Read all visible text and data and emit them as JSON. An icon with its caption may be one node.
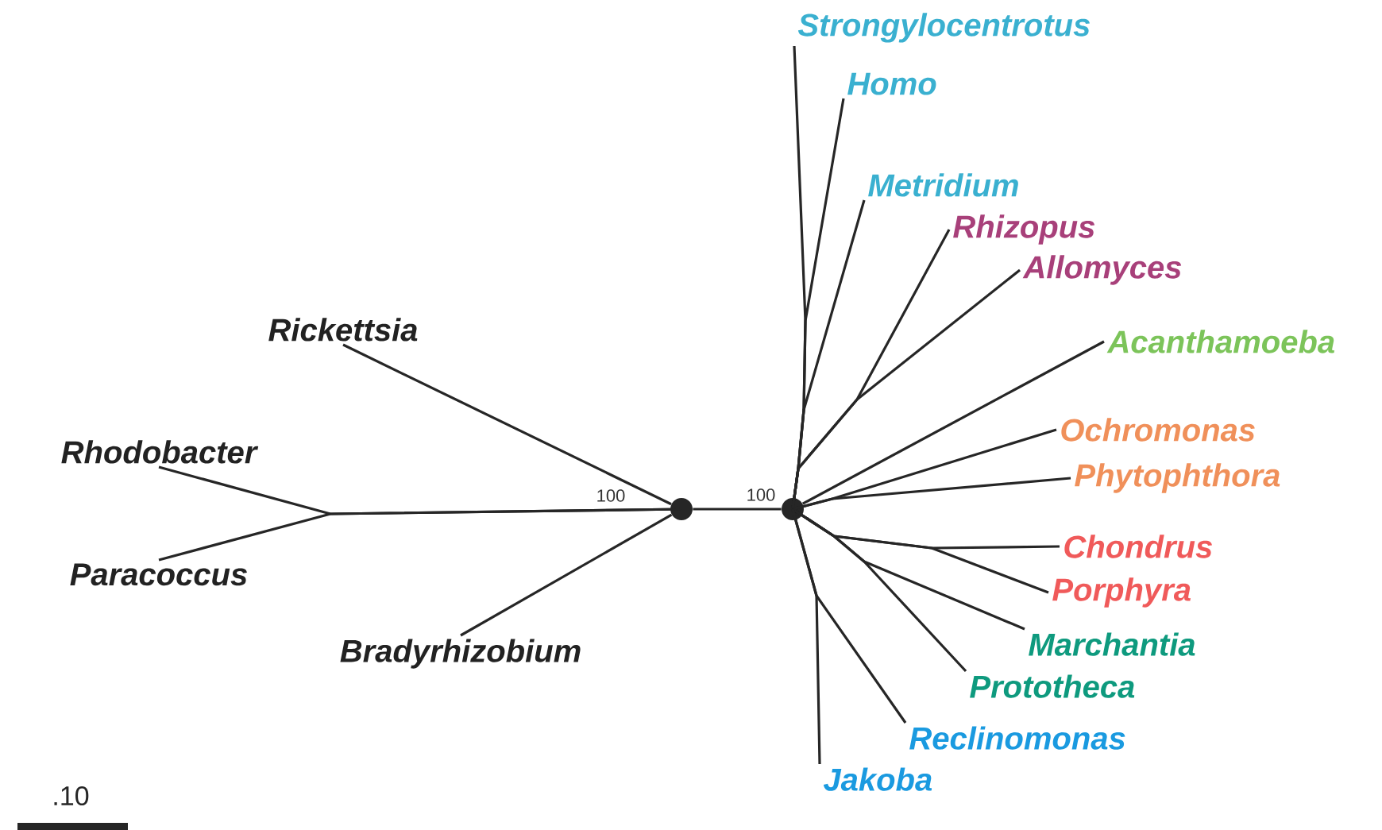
{
  "diagram": {
    "nodes": [
      {
        "text": [
          "Strongylocentrotus"
        ]
      },
      {
        "text": [
          "Homo"
        ]
      },
      {
        "text": [
          "Metridium"
        ]
      },
      {
        "text": [
          "Rhizopus"
        ]
      },
      {
        "text": [
          "Allomyces"
        ]
      },
      {
        "text": [
          "Rickettsia"
        ]
      },
      {
        "text": [
          "Acanthamoeba"
        ]
      },
      {
        "text": [
          "Rhodobacter"
        ]
      },
      {
        "text": [
          "Ochromonas"
        ]
      },
      {
        "text": [
          "Phytophthora"
        ]
      },
      {
        "text": [],
        "shape": "circle",
        "beside": [
          "100"
        ]
      },
      {
        "text": [],
        "shape": "circle",
        "beside": [
          "100"
        ]
      },
      {
        "text": [
          "Paracoccus"
        ]
      },
      {
        "text": [
          "Chondrus"
        ]
      },
      {
        "text": [
          "Porphyra"
        ]
      },
      {
        "text": [
          "Marchantia"
        ]
      },
      {
        "text": [
          "Bradyrhizobium"
        ]
      },
      {
        "text": [
          "Prototheca"
        ]
      },
      {
        "text": [
          "Reclinomonas"
        ]
      },
      {
        "text": [
          "Jakoba"
        ]
      }
    ],
    "edges": [
      {
        "from": 10,
        "to": 7,
        "arrow": "none"
      },
      {
        "from": 10,
        "to": 12,
        "arrow": "none"
      },
      {
        "from": 10,
        "to": 5,
        "arrow": "none"
      },
      {
        "from": 10,
        "to": 16,
        "arrow": "none"
      },
      {
        "from": 10,
        "to": 11,
        "arrow": "none"
      },
      {
        "from": 11,
        "to": 0,
        "arrow": "none"
      },
      {
        "from": 11,
        "to": 1,
        "arrow": "none"
      },
      {
        "from": 11,
        "to": 2,
        "arrow": "none"
      },
      {
        "from": 11,
        "to": 3,
        "arrow": "none"
      },
      {
        "from": 11,
        "to": 4,
        "arrow": "none"
      },
      {
        "from": 11,
        "to": 6,
        "arrow": "none"
      },
      {
        "from": 11,
        "to": 8,
        "arrow": "none"
      },
      {
        "from": 11,
        "to": 9,
        "arrow": "none"
      },
      {
        "from": 11,
        "to": 13,
        "arrow": "none"
      },
      {
        "from": 11,
        "to": 14,
        "arrow": "none"
      },
      {
        "from": 11,
        "to": 15,
        "arrow": "none"
      },
      {
        "from": 11,
        "to": 17,
        "arrow": "none"
      },
      {
        "from": 11,
        "to": 18,
        "arrow": "none"
      },
      {
        "from": 11,
        "to": 19,
        "arrow": "none"
      }
    ],
    "labels": [
      ".10"
    ]
  }
}
